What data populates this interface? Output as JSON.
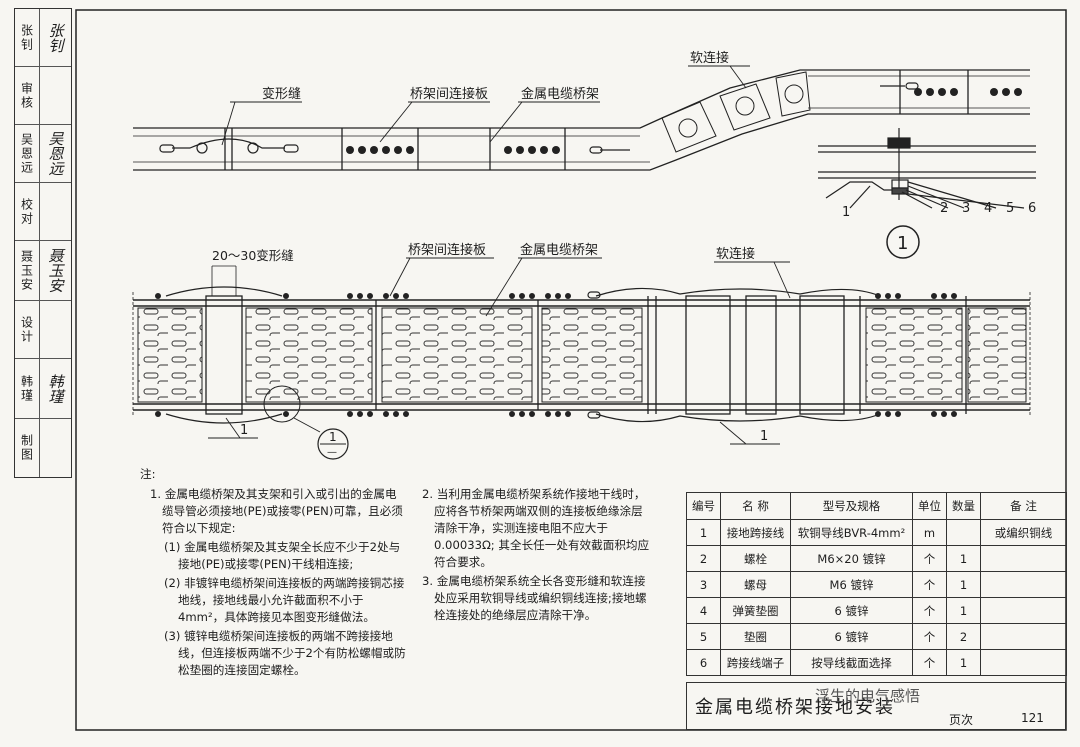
{
  "signatures": [
    {
      "role": "张钊",
      "sign": "张钊"
    },
    {
      "role": "审核",
      "sign": ""
    },
    {
      "role": "吴恩远",
      "sign": "吴恩远"
    },
    {
      "role": "校对",
      "sign": ""
    },
    {
      "role": "聂玉安",
      "sign": "聂玉安"
    },
    {
      "role": "设计",
      "sign": ""
    },
    {
      "role": "韩瑾",
      "sign": "韩瑾"
    },
    {
      "role": "制图",
      "sign": ""
    }
  ],
  "top_view": {
    "label_joint": "变形缝",
    "label_plate": "桥架间连接板",
    "label_tray": "金属电缆桥架",
    "label_soft": "软连接"
  },
  "detail": {
    "parts": [
      "1",
      "2",
      "3",
      "4",
      "5",
      "6"
    ],
    "circle_label": "1"
  },
  "main_view": {
    "label_joint": "20～30变形缝",
    "label_plate": "桥架间连接板",
    "label_tray": "金属电缆桥架",
    "label_soft": "软连接",
    "callout_1a": "1",
    "callout_1b": "1",
    "ref_num": "1",
    "ref_den": "—"
  },
  "notes": {
    "heading": "注:",
    "items": [
      "1. 金属电缆桥架及其支架和引入或引出的金属电缆导管必须接地(PE)或接零(PEN)可靠，且必须符合以下规定:",
      "(1) 金属电缆桥架及其支架全长应不少于2处与接地(PE)或接零(PEN)干线相连接;",
      "(2) 非镀锌电缆桥架间连接板的两端跨接铜芯接地线，接地线最小允许截面积不小于4mm²，具体跨接见本图变形缝做法。",
      "(3) 镀锌电缆桥架间连接板的两端不跨接接地线，但连接板两端不少于2个有防松螺帽或防松垫圈的连接固定螺栓。",
      "2. 当利用金属电缆桥架系统作接地干线时，应将各节桥架两端双侧的连接板绝缘涂层清除干净，实测连接电阻不应大于0.00033Ω;  其全长任一处有效截面积均应符合要求。",
      "3. 金属电缆桥架系统全长各变形缝和软连接处应采用软铜导线或编织铜线连接;接地螺栓连接处的绝缘层应清除干净。"
    ]
  },
  "bom": {
    "headers": [
      "编号",
      "名 称",
      "型号及规格",
      "单位",
      "数量",
      "备 注"
    ],
    "rows": [
      [
        "1",
        "接地跨接线",
        "软铜导线BVR-4mm²",
        "m",
        "",
        "或编织铜线"
      ],
      [
        "2",
        "螺栓",
        "M6×20 镀锌",
        "个",
        "1",
        ""
      ],
      [
        "3",
        "螺母",
        "M6 镀锌",
        "个",
        "1",
        ""
      ],
      [
        "4",
        "弹簧垫圈",
        "6 镀锌",
        "个",
        "1",
        ""
      ],
      [
        "5",
        "垫圈",
        "6 镀锌",
        "个",
        "2",
        ""
      ],
      [
        "6",
        "跨接线端子",
        "按导线截面选择",
        "个",
        "1",
        ""
      ]
    ]
  },
  "title_block": {
    "title": "金属电缆桥架接地安装",
    "watermark": "浮生的电气感悟",
    "page_label": "页次",
    "page_value": "121"
  }
}
